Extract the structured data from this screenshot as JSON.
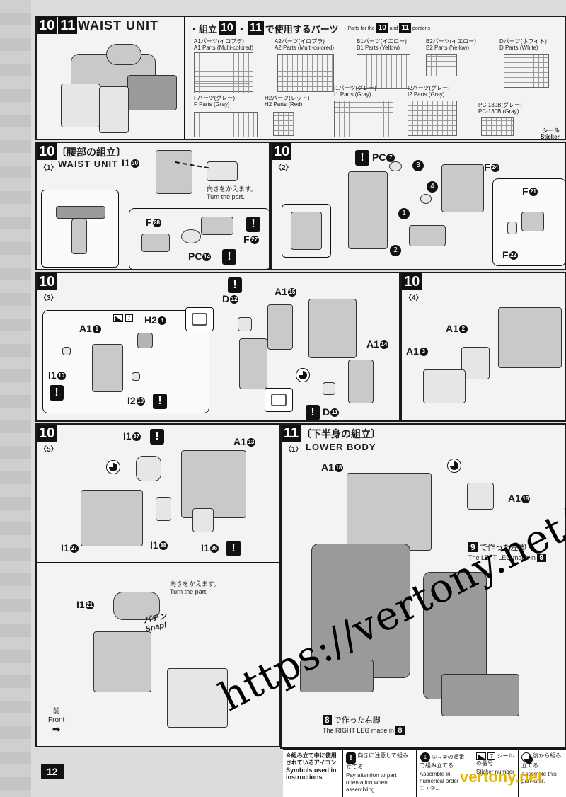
{
  "header": {
    "step_a": "10",
    "step_b": "11",
    "title": "WAIST UNIT",
    "parts_prefix": "・組立",
    "parts_step_a": "10",
    "parts_mid": "・",
    "parts_step_b": "11",
    "parts_suffix": "で使用するパーツ",
    "parts_en_pre": "・Parts for the",
    "parts_en_and": "and",
    "parts_en_post": "portions"
  },
  "runners": [
    {
      "jp": "A1パーツ(イロプラ)",
      "en": "A1 Parts (Multi-colored)"
    },
    {
      "jp": "A2パーツ(イロプラ)",
      "en": "A2 Parts (Multi-colored)"
    },
    {
      "jp": "B1パーツ(イエロー)",
      "en": "B1 Parts (Yellow)"
    },
    {
      "jp": "B2パーツ(イエロー)",
      "en": "B2 Parts (Yellow)"
    },
    {
      "jp": "Dパーツ(ホワイト)",
      "en": "D Parts (White)"
    },
    {
      "jp": "Fパーツ(グレー)",
      "en": "F Parts (Gray)"
    },
    {
      "jp": "H2パーツ(レッド)",
      "en": "H2 Parts (Red)"
    },
    {
      "jp": "I1パーツ(グレー)",
      "en": "I1 Parts (Gray)"
    },
    {
      "jp": "I2パーツ(グレー)",
      "en": "I2 Parts (Gray)"
    },
    {
      "jp": "PC-130B(グレー)",
      "en": "PC-130B (Gray)"
    }
  ],
  "sticker": {
    "jp": "シール",
    "en": "Sticker"
  },
  "step10_1": {
    "step": "10",
    "sub": "〈1〉",
    "title_jp": "〔腰部の組立〕",
    "title_en": "WAIST UNIT",
    "l_i1_30": "I1",
    "n_i1_30": "30",
    "turn_jp": "向きをかえます。",
    "turn_en": "Turn the part.",
    "l_f28": "F",
    "n_f28": "28",
    "l_f27": "F",
    "n_f27": "27",
    "l_pc14": "PC",
    "n_pc14": "14",
    "warn": "!"
  },
  "step10_2": {
    "step": "10",
    "sub": "〈2〉",
    "l_pc7": "PC",
    "n_pc7": "7",
    "l_f24": "F",
    "n_f24": "24",
    "l_f21": "F",
    "n_f21": "21",
    "l_f22": "F",
    "n_f22": "22",
    "o1": "1",
    "o2": "2",
    "o3": "3",
    "o4": "4",
    "warn": "!"
  },
  "step10_3": {
    "step": "10",
    "sub": "〈3〉",
    "l_a1_1": "A1",
    "n_a1_1": "1",
    "sticker_no": "7",
    "l_h2": "H2",
    "n_h2": "4",
    "l_i1_10": "I1",
    "n_i1_10": "10",
    "l_i2_10": "I2",
    "n_i2_10": "10",
    "l_d12": "D",
    "n_d12": "12",
    "l_a1_15": "A1",
    "n_a1_15": "15",
    "l_a1_14": "A1",
    "n_a1_14": "14",
    "l_d11": "D",
    "n_d11": "11",
    "warn": "!"
  },
  "step10_4": {
    "step": "10",
    "sub": "〈4〉",
    "l_a1_2": "A1",
    "n_a1_2": "2",
    "l_a1_3": "A1",
    "n_a1_3": "3"
  },
  "step10_5": {
    "step": "10",
    "sub": "〈5〉",
    "l_i1_37": "I1",
    "n_i1_37": "37",
    "l_a1_13": "A1",
    "n_a1_13": "13",
    "l_i1_27": "I1",
    "n_i1_27": "27",
    "l_i1_38": "I1",
    "n_i1_38": "38",
    "l_i1_36": "I1",
    "n_i1_36": "36",
    "turn_jp": "向きをかえます。",
    "turn_en": "Turn the part.",
    "l_i1_21": "I1",
    "n_i1_21": "21",
    "snap_jp": "パチン",
    "snap_en": "Snap!",
    "front_jp": "前",
    "front_en": "Front",
    "warn": "!"
  },
  "step11_1": {
    "step": "11",
    "sub": "〈1〉",
    "title_jp": "〔下半身の組立〕",
    "title_en": "LOWER BODY",
    "l_a1_18a": "A1",
    "n_a1_18a": "18",
    "l_a1_18b": "A1",
    "n_a1_18b": "18",
    "left_leg_num": "9",
    "left_leg_jp": "で作った左脚",
    "left_leg_en": "The LEFT LEG made in",
    "left_leg_ref": "9",
    "right_leg_num": "8",
    "right_leg_jp": "で作った右脚",
    "right_leg_en": "The RIGHT LEG made in",
    "right_leg_ref": "8"
  },
  "legend": {
    "title_jp": "※組み立て中に使用されているアイコン",
    "title_en": "Symbols used in instructions",
    "attention_jp": "向きに注意して組み立てる",
    "attention_en": "Pay attention to part orientation when assembling.",
    "order_jp": "①→②の順番で組み立てる",
    "order_en": "Assemble in numerical order ①・②...",
    "sticker_jp": "シールの番号",
    "sticker_en": "Sticker number",
    "later_jp": "後から組み立てる",
    "later_en": "Assemble this part later.",
    "sticker_no": "7",
    "order_no": "1",
    "warn": "!"
  },
  "page_number": "12",
  "watermark": "https://vertony.net/",
  "watermark_small": "vertony.net"
}
